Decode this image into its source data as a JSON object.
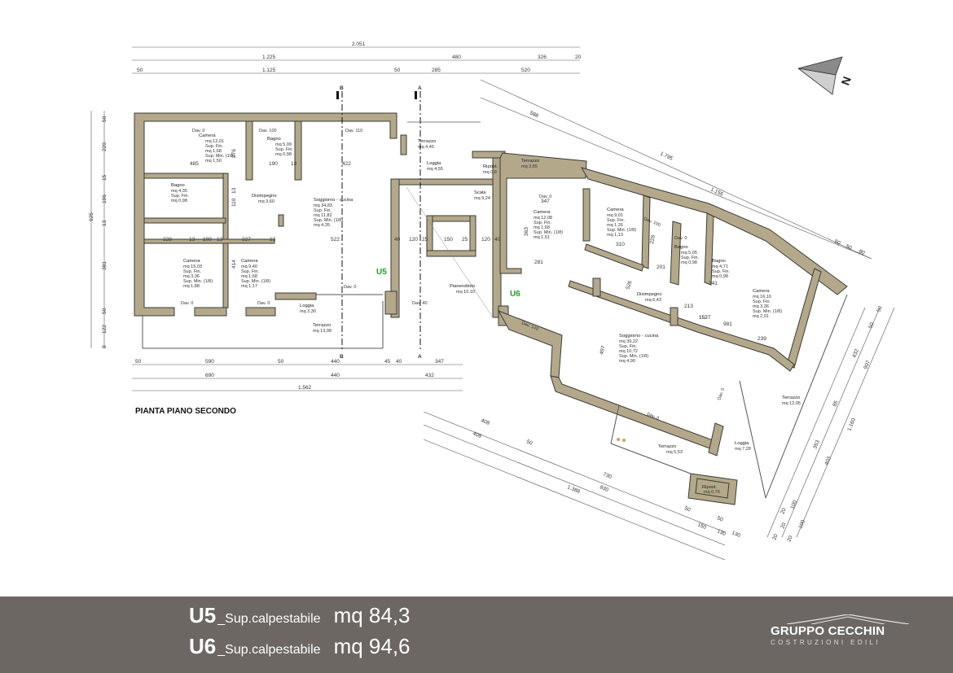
{
  "plan": {
    "title": "PIANTA PIANO SECONDO",
    "units": {
      "u5": "U5",
      "u6": "U6"
    },
    "sections": {
      "b": "B",
      "a": "A"
    }
  },
  "dims_top": {
    "total": "2.051",
    "row2": [
      "1.225",
      "480",
      "326",
      "20"
    ],
    "row3": [
      "50",
      "1.125",
      "50",
      "285",
      "520"
    ]
  },
  "dims_bottom": {
    "row1": [
      "50",
      "590",
      "50",
      "440",
      "45",
      "40",
      "347"
    ],
    "row2": [
      "690",
      "440",
      "432"
    ],
    "total": "1.562"
  },
  "dims_left": [
    "50",
    "220",
    "15",
    "196",
    "13",
    "925",
    "381",
    "50",
    "122",
    "8"
  ],
  "dims_right_top": [
    "1.795",
    "1.156",
    "588",
    "50",
    "50",
    "80"
  ],
  "dims_right_side": [
    "50",
    "50",
    "432",
    "907",
    "85",
    "1.160",
    "353",
    "403",
    "20",
    "100",
    "20",
    "100",
    "20",
    "20"
  ],
  "dims_bottom_diag": [
    "408",
    "408",
    "50",
    "730",
    "830",
    "1.388",
    "50",
    "150",
    "50",
    "130",
    "130"
  ],
  "rooms_u5": {
    "camera1": {
      "name": "Camera",
      "l1": "mq 12,01",
      "l2": "Sup. Fin.",
      "l3": "mq 1,68",
      "l4": "Sup. Min. (1/8)",
      "l5": "mq 1,50"
    },
    "bagno1": {
      "name": "Bagno",
      "l1": "mq 5,09",
      "l2": "Sup. Fin.",
      "l3": "mq 0,98"
    },
    "bagno2": {
      "name": "Bagno",
      "l1": "mq 4,35",
      "l2": "Sup. Fin.",
      "l3": "mq 0,98"
    },
    "disimpegno": {
      "name": "Disimpegno",
      "l1": "mq 3,60"
    },
    "soggiorno": {
      "name": "Soggiorno - cucina",
      "l1": "mq 34,83",
      "l2": "Sup. Fin.",
      "l3": "mq 11,82",
      "l4": "Sup. Min. (1/8)",
      "l5": "mq 4,35"
    },
    "camera2": {
      "name": "Camera",
      "l1": "mq 15,03",
      "l2": "Sup. Fin.",
      "l3": "mq 3,36",
      "l4": "Sup. Min. (1/8)",
      "l5": "mq 1,88"
    },
    "camera3": {
      "name": "Camera",
      "l1": "mq 9,40",
      "l2": "Sup. Fin.",
      "l3": "mq 1,68",
      "l4": "Sup. Min. (1/8)",
      "l5": "mq 1,17"
    },
    "loggia": {
      "name": "Loggia",
      "l1": "mq 3,30"
    },
    "terrazzo": {
      "name": "Terrazzo",
      "l1": "mq 13,08"
    }
  },
  "rooms_common": {
    "terrazzo": {
      "name": "Terrazzo",
      "l1": "mq 4,45"
    },
    "loggia": {
      "name": "Loggia",
      "l1": "mq 4,55"
    },
    "ripost": {
      "name": "Ripost.",
      "l1": "mq 0,8"
    },
    "terrazzo2": {
      "name": "Terrazzo",
      "l1": "mq 3,65"
    },
    "scala": {
      "name": "Scala",
      "l1": "mq 9,24"
    },
    "pianerottolo": {
      "name": "Pianerottolo",
      "l1": "mq 10,10"
    }
  },
  "rooms_u6": {
    "camera1": {
      "name": "Camera",
      "l1": "mq 12,08",
      "l2": "Sup. Fin.",
      "l3": "mq 1,68",
      "l4": "Sup. Min. (1/8)",
      "l5": "mq 1,51"
    },
    "camera2": {
      "name": "Camera",
      "l1": "mq 9,01",
      "l2": "Sup. Fin.",
      "l3": "mq 1,26",
      "l4": "Sup. Min. (1/8)",
      "l5": "mq 1,13"
    },
    "bagno1": {
      "name": "Bagno",
      "l1": "mq 5,05",
      "l2": "Sup. Fin.",
      "l3": "mq 0,98"
    },
    "bagno2": {
      "name": "Bagno",
      "l1": "mq 4,71",
      "l2": "Sup. Fin.",
      "l3": "mq 0,98"
    },
    "camera3": {
      "name": "Camera",
      "l1": "mq 16,10",
      "l2": "Sup. Fin.",
      "l3": "mq 3,36",
      "l4": "Sup. Min. (1/8)",
      "l5": "mq 2,01"
    },
    "disimpegno": {
      "name": "Disimpegno",
      "l1": "mq 6,43"
    },
    "soggiorno": {
      "name": "Soggiorno - cucina",
      "l1": "mq 39,22",
      "l2": "Sup. Fin.",
      "l3": "mq 10,72",
      "l4": "Sup. Min. (1/8)",
      "l5": "mq 4,90"
    },
    "terrazzo1": {
      "name": "Terrazzo",
      "l1": "mq 12,05"
    },
    "loggia": {
      "name": "Loggia",
      "l1": "mq 7,28"
    },
    "terrazzo2": {
      "name": "Terrazzo",
      "l1": "mq 5,53"
    },
    "ripost": {
      "name": "Ripost.",
      "l1": "mq 0,76"
    }
  },
  "interior_dims": [
    "485",
    "190",
    "13",
    "422",
    "228",
    "13",
    "109",
    "13",
    "227",
    "13",
    "522",
    "414",
    "276",
    "110",
    "13",
    "40",
    "120",
    "25",
    "150",
    "25",
    "120",
    "40",
    "363",
    "281",
    "347",
    "310",
    "228",
    "201",
    "526",
    "1527",
    "981",
    "239",
    "497",
    "152",
    "213",
    "341"
  ],
  "dav_labels": [
    "Dav. 0",
    "Dav. 100",
    "Dav. 110",
    "Dav. 0",
    "Dav. 0",
    "Dav. 0",
    "Dav. 40",
    "Dav. 0",
    "Dav. 100",
    "Dav. 0",
    "Dav. 140",
    "Dav. 0",
    "Dav. 0"
  ],
  "footer": {
    "u5": {
      "code": "U5",
      "label": "_Sup.calpestabile",
      "value": "mq 84,3"
    },
    "u6": {
      "code": "U6",
      "label": "_Sup.calpestabile",
      "value": "mq 94,6"
    },
    "brand": {
      "name": "GRUPPO CECCHIN",
      "sub": "COSTRUZIONI EDILI"
    }
  },
  "colors": {
    "wall": "#b3a98a",
    "footer_bg": "#6c6763",
    "unit_label": "#1ea01e"
  },
  "icons": {
    "north_arrow": "north-arrow-icon",
    "brand_logo": "house-roof-icon"
  }
}
